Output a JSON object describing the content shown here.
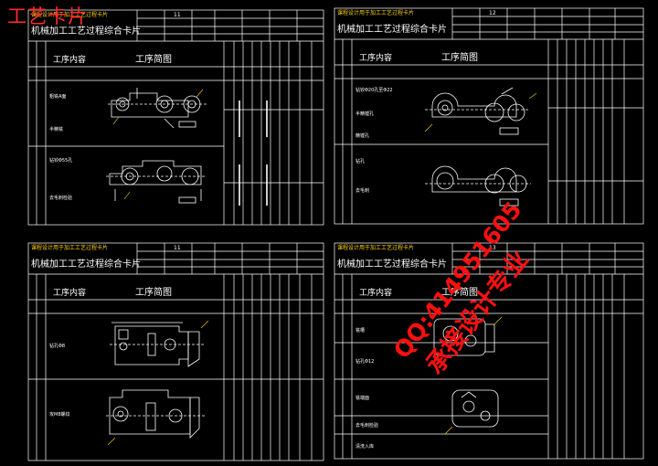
{
  "overlay_title": "工艺卡片",
  "watermark": {
    "line1": "QQ:414951605",
    "line2": "承接设计专业"
  },
  "sheets": [
    {
      "top_line": "课程设计用于加工工艺过程卡片",
      "title": "机械加工工艺过程综合卡片",
      "header_field": "11",
      "col_process_content": "工序内容",
      "col_process_sketch": "工序简图",
      "steps": [
        "粗铣A面",
        "半精铣",
        "钻铰Φ55孔",
        "去毛刺检验"
      ]
    },
    {
      "top_line": "课程设计用于加工工艺过程卡片",
      "title": "机械加工工艺过程综合卡片",
      "header_field": "12",
      "col_process_content": "工序内容",
      "col_process_sketch": "工序简图",
      "steps": [
        "钻铰Φ20孔至Φ22",
        "半精镗孔",
        "精镗孔",
        "钻孔",
        "去毛刺"
      ]
    },
    {
      "top_line": "课程设计用于加工工艺过程卡片",
      "title": "机械加工工艺过程综合卡片",
      "header_field": "11",
      "col_process_content": "工序内容",
      "col_process_sketch": "工序简图",
      "steps": [
        "钻孔Φ8",
        "攻M8螺纹"
      ]
    },
    {
      "top_line": "课程设计用于加工工艺过程卡片",
      "title": "机械加工工艺过程综合卡片",
      "header_field": "13",
      "col_process_content": "工序内容",
      "col_process_sketch": "工序简图",
      "steps": [
        "铣槽",
        "钻孔Φ12",
        "铣端面",
        "去毛刺检验",
        "清洗入库"
      ]
    }
  ]
}
